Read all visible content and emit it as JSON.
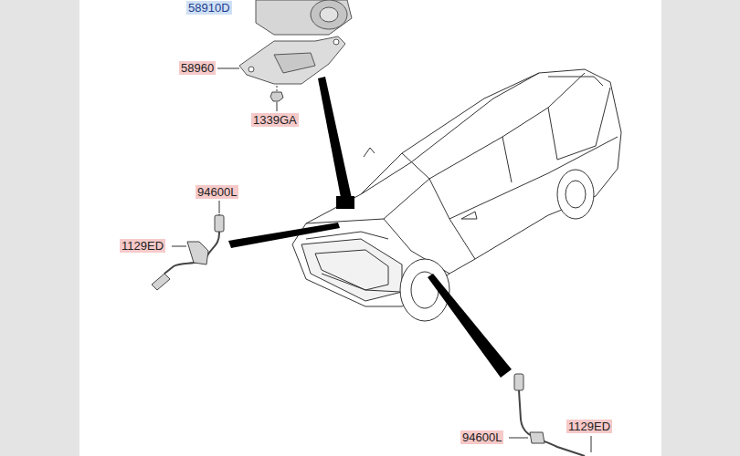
{
  "diagram": {
    "labels": [
      "58910D",
      "58960",
      "1339GA",
      "94600L",
      "1129ED",
      "94600L",
      "1129ED"
    ]
  }
}
